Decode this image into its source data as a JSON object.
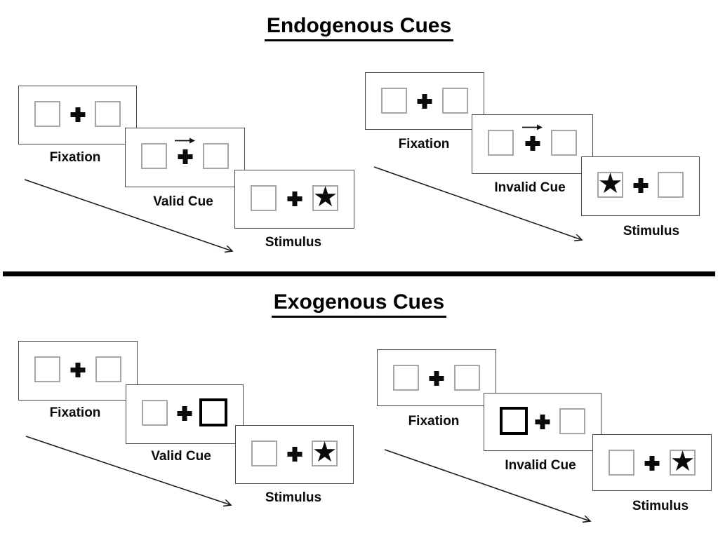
{
  "canvas": {
    "background": "#ffffff",
    "divider_color": "#000000",
    "panel_border_color": "#4a4a4a",
    "placeholder_box_border_color": "#a6a6a6",
    "cue_box_border_color": "#000000",
    "text_color": "#000000"
  },
  "symbols": {
    "star": "★",
    "fixation_cross": "+"
  },
  "sections": [
    {
      "title": "Endogenous Cues",
      "cue_style": "central-arrow-above-fixation-cross",
      "groups": [
        {
          "name": "valid-trial",
          "panels": [
            {
              "label": "Fixation",
              "cue": "none",
              "stimulus": "none"
            },
            {
              "label": "Valid Cue",
              "cue": "arrow-right",
              "stimulus": "none"
            },
            {
              "label": "Stimulus",
              "cue": "none",
              "stimulus": "star-right"
            }
          ]
        },
        {
          "name": "invalid-trial",
          "panels": [
            {
              "label": "Fixation",
              "cue": "none",
              "stimulus": "none"
            },
            {
              "label": "Invalid Cue",
              "cue": "arrow-right",
              "stimulus": "none"
            },
            {
              "label": "Stimulus",
              "cue": "none",
              "stimulus": "star-left"
            }
          ]
        }
      ]
    },
    {
      "title": "Exogenous Cues",
      "cue_style": "peripheral-box-brightening",
      "groups": [
        {
          "name": "valid-trial",
          "panels": [
            {
              "label": "Fixation",
              "cue": "none",
              "stimulus": "none"
            },
            {
              "label": "Valid Cue",
              "cue": "thick-box-right",
              "stimulus": "none"
            },
            {
              "label": "Stimulus",
              "cue": "none",
              "stimulus": "star-right"
            }
          ]
        },
        {
          "name": "invalid-trial",
          "panels": [
            {
              "label": "Fixation",
              "cue": "none",
              "stimulus": "none"
            },
            {
              "label": "Invalid Cue",
              "cue": "thick-box-left",
              "stimulus": "none"
            },
            {
              "label": "Stimulus",
              "cue": "none",
              "stimulus": "star-right"
            }
          ]
        }
      ]
    }
  ]
}
